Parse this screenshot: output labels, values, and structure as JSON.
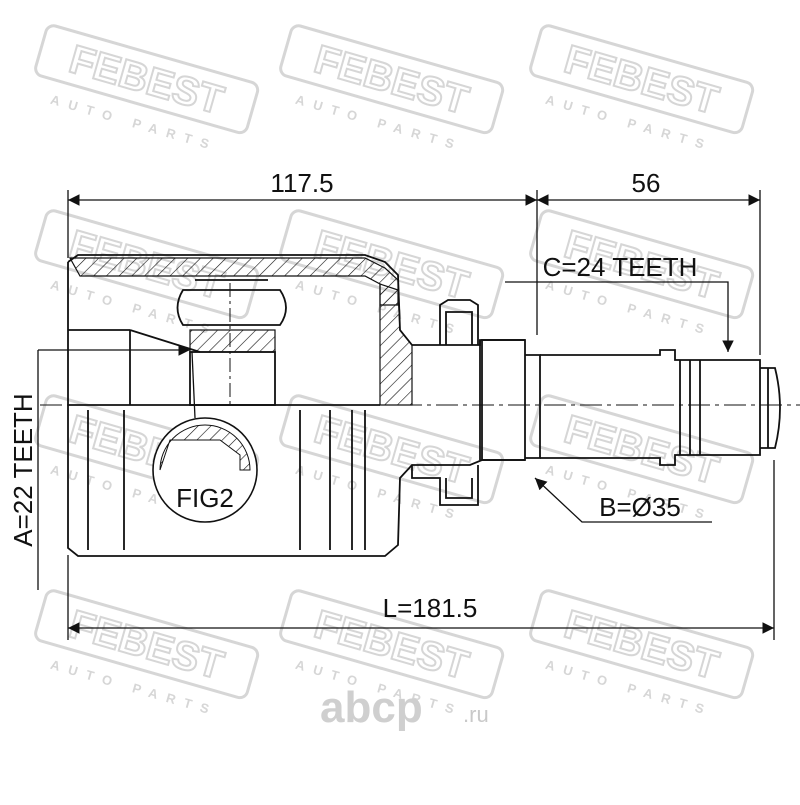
{
  "colors": {
    "line": "#111111",
    "watermark": "#d6d6d6",
    "background": "#ffffff"
  },
  "watermark": {
    "brand": "FEBEST",
    "subtitle": "AUTO PARTS"
  },
  "dimensions": {
    "housing_length": "117.5",
    "shaft_length": "56",
    "total_length": "L=181.5",
    "shaft_teeth": "C=24 TEETH",
    "housing_teeth": "A=22 TEETH",
    "seal_diameter": "B=Ø35"
  },
  "figure_label": "FIG2",
  "site_logo": {
    "name": "abcp",
    "tld": ".ru"
  }
}
